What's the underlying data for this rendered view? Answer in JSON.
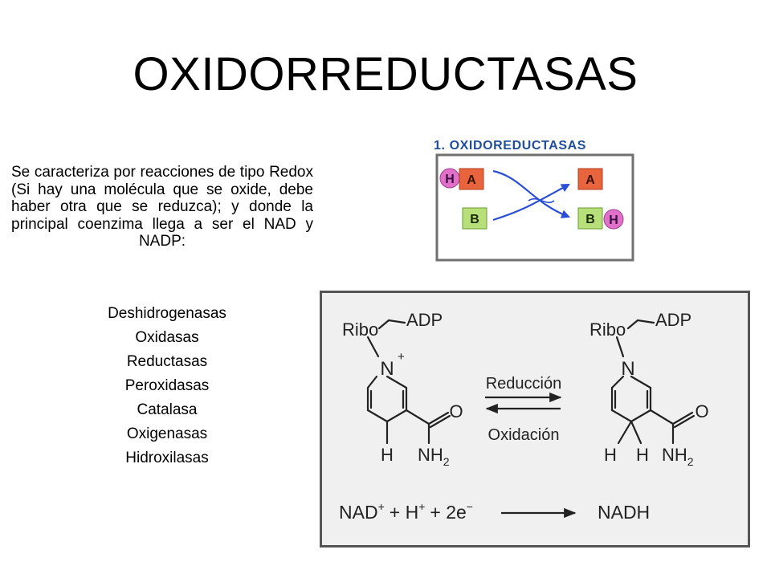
{
  "slide": {
    "title": "OXIDORREDUCTASAS",
    "description": "Se caracteriza por reacciones de tipo Redox (Si hay una molécula que se oxide, debe haber otra que se reduzca); y donde la principal coenzima llega a ser el NAD y NADP:",
    "enzyme_types": [
      "Deshidrogenasas",
      "Oxidasas",
      "Reductasas",
      "Peroxidasas",
      "Catalasa",
      "Oxigenasas",
      "Hidroxilasas"
    ]
  },
  "figure_redox": {
    "heading": "1. OXIDOREDUCTASAS",
    "hydrogen_symbol": "H",
    "molecule_a": "A",
    "molecule_b": "B",
    "heading_color": "#1f4e9e",
    "a_box_color": "#e8643c",
    "b_box_color": "#b8e07a",
    "hydrogen_color": "#e070c8",
    "arrow_color": "#2a4fd6"
  },
  "figure_nad": {
    "ribo": "Ribo",
    "adp": "ADP",
    "nitrogen": "N",
    "plus": "+",
    "oxygen": "O",
    "hydrogen": "H",
    "amide": "NH",
    "amide_sub": "2",
    "forward_label": "Reducción",
    "reverse_label": "Oxidación",
    "eq_nad": "NAD",
    "eq_h": "+ H",
    "eq_e": "+ 2e",
    "eq_minus": "−",
    "eq_nadh": "NADH",
    "panel_color": "#f0f0f0"
  }
}
